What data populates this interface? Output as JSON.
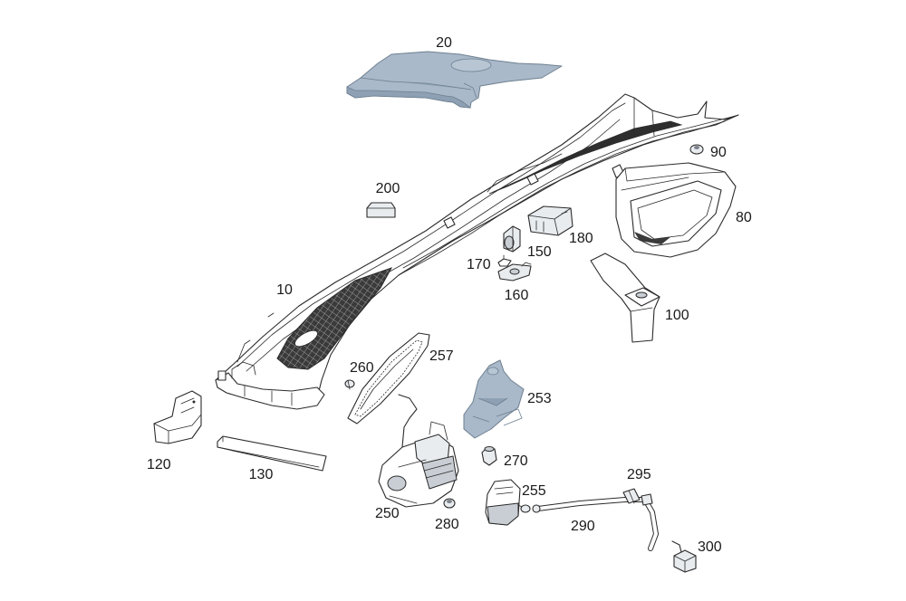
{
  "diagram": {
    "parts": [
      {
        "id": "p10",
        "number": "10"
      },
      {
        "id": "p20",
        "number": "20"
      },
      {
        "id": "p80",
        "number": "80"
      },
      {
        "id": "p90",
        "number": "90"
      },
      {
        "id": "p100",
        "number": "100"
      },
      {
        "id": "p120",
        "number": "120"
      },
      {
        "id": "p130",
        "number": "130"
      },
      {
        "id": "p150",
        "number": "150"
      },
      {
        "id": "p160",
        "number": "160"
      },
      {
        "id": "p170",
        "number": "170"
      },
      {
        "id": "p180",
        "number": "180"
      },
      {
        "id": "p200",
        "number": "200"
      },
      {
        "id": "p250",
        "number": "250"
      },
      {
        "id": "p253",
        "number": "253"
      },
      {
        "id": "p255",
        "number": "255"
      },
      {
        "id": "p257",
        "number": "257"
      },
      {
        "id": "p260",
        "number": "260"
      },
      {
        "id": "p270",
        "number": "270"
      },
      {
        "id": "p280",
        "number": "280"
      },
      {
        "id": "p290",
        "number": "290"
      },
      {
        "id": "p295",
        "number": "295"
      },
      {
        "id": "p300",
        "number": "300"
      }
    ],
    "highlight_color": "#a9b9c9",
    "line_color": "#2b2b2b"
  }
}
